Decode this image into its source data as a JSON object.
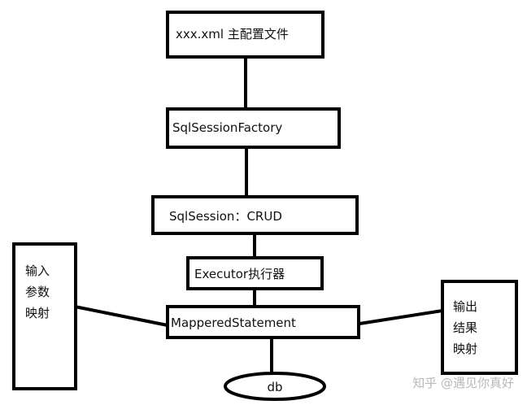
{
  "diagram": {
    "nodes": {
      "config": "xxx.xml 主配置文件",
      "factory": "SqlSessionFactory",
      "session": "SqlSession：CRUD",
      "executor": "Executor执行器",
      "mapped": "MapperedStatement",
      "db": "db",
      "input": [
        "输入",
        "参数",
        "映射"
      ],
      "output": [
        "输出",
        "结果",
        "映射"
      ]
    },
    "watermark": "知乎 @遇见你真好"
  }
}
